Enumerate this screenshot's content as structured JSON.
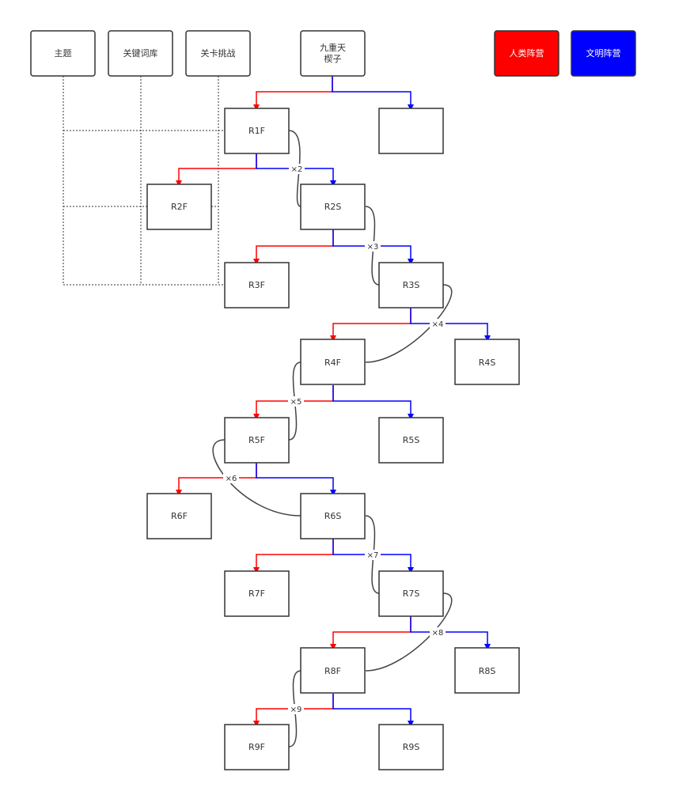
{
  "colors": {
    "human": "#ff0000",
    "civilization": "#0000ff",
    "node_border": "#333333",
    "curve": "#444444",
    "dotted": "#333333"
  },
  "header_boxes": [
    {
      "id": "theme",
      "label": "主题"
    },
    {
      "id": "keywords",
      "label": "关键词库"
    },
    {
      "id": "challenge",
      "label": "关卡挑战"
    }
  ],
  "root": {
    "line1": "九重天",
    "line2": "楔子"
  },
  "legend": [
    {
      "id": "human",
      "label": "人类阵营",
      "color": "#ff0000"
    },
    {
      "id": "civilization",
      "label": "文明阵营",
      "color": "#0000ff"
    }
  ],
  "nodes": [
    {
      "id": "r1s",
      "label": ""
    },
    {
      "id": "r1f",
      "label": "R1F"
    },
    {
      "id": "r2f",
      "label": "R2F"
    },
    {
      "id": "r2s",
      "label": "R2S"
    },
    {
      "id": "r3f",
      "label": "R3F"
    },
    {
      "id": "r3s",
      "label": "R3S"
    },
    {
      "id": "r4f",
      "label": "R4F"
    },
    {
      "id": "r4s",
      "label": "R4S"
    },
    {
      "id": "r5f",
      "label": "R5F"
    },
    {
      "id": "r5s",
      "label": "R5S"
    },
    {
      "id": "r6f",
      "label": "R6F"
    },
    {
      "id": "r6s",
      "label": "R6S"
    },
    {
      "id": "r7f",
      "label": "R7F"
    },
    {
      "id": "r7s",
      "label": "R7S"
    },
    {
      "id": "r8f",
      "label": "R8F"
    },
    {
      "id": "r8s",
      "label": "R8S"
    },
    {
      "id": "r9f",
      "label": "R9F"
    },
    {
      "id": "r9s",
      "label": "R9S"
    }
  ],
  "multipliers": [
    {
      "id": "m2",
      "label": "×2"
    },
    {
      "id": "m3",
      "label": "×3"
    },
    {
      "id": "m4",
      "label": "×4"
    },
    {
      "id": "m5",
      "label": "×5"
    },
    {
      "id": "m6",
      "label": "×6"
    },
    {
      "id": "m7",
      "label": "×7"
    },
    {
      "id": "m8",
      "label": "×8"
    },
    {
      "id": "m9",
      "label": "×9"
    }
  ]
}
